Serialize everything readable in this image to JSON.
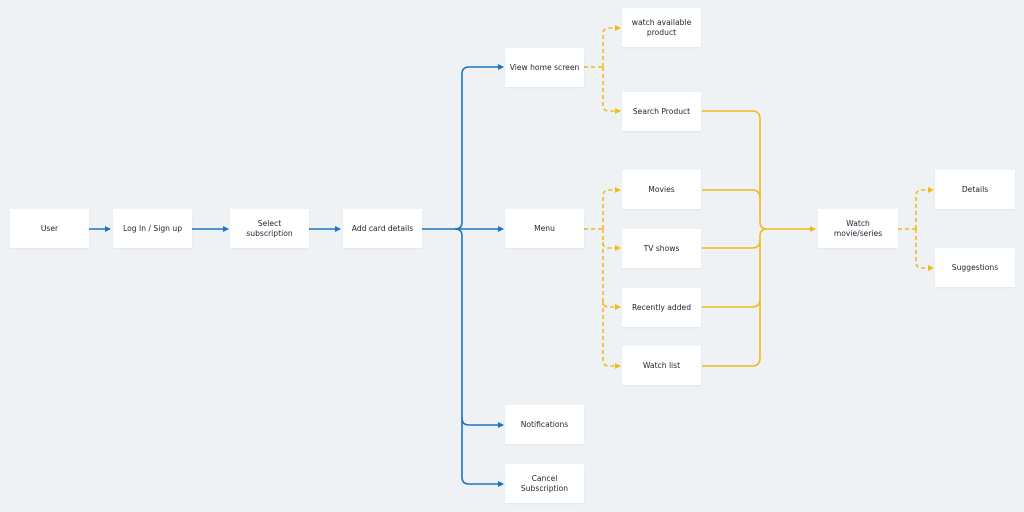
{
  "colors": {
    "background": "#eff2f5",
    "node": "#ffffff",
    "primary_flow": "#1b74c4",
    "secondary_flow": "#f2b81c"
  },
  "nodes": {
    "user": "User",
    "login": "Log In / Sign up",
    "select_subscription": "Select subscription",
    "add_card": "Add card details",
    "view_home": "View home screen",
    "menu": "Menu",
    "notifications": "Notifications",
    "cancel_subscription": "Cancel Subscription",
    "watch_available": "watch available\nproduct",
    "search_product": "Search Product",
    "movies": "Movies",
    "tv_shows": "TV shows",
    "recently_added": "Recently added",
    "watch_list": "Watch list",
    "watch_movie": "Watch movie/series",
    "details": "Details",
    "suggestions": "Suggestions"
  }
}
